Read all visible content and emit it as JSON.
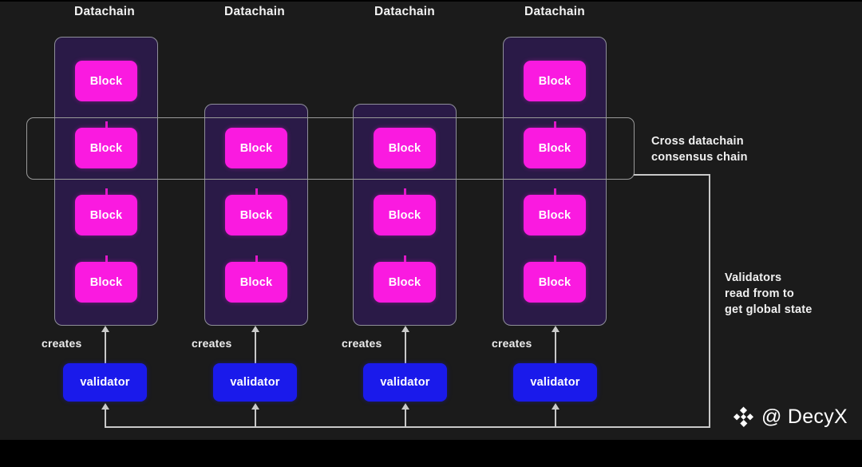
{
  "diagram": {
    "title_text": "Datachain",
    "block_label": "Block",
    "validator_label": "validator",
    "creates_label": "creates",
    "colors": {
      "background": "#1b1b1b",
      "datachain_fill": "#2a1a47",
      "datachain_border": "#8f8f9a",
      "block_fill": "#fa1ae0",
      "block_link": "#e018c8",
      "validator_fill": "#1a1aeb",
      "line": "#c9c9c9",
      "text": "#f2f2f2",
      "consensus_border": "#9a9a9a"
    },
    "columns": [
      {
        "title": "Datachain",
        "blocks": [
          "Block",
          "Block",
          "Block",
          "Block"
        ],
        "creates": "creates",
        "validator": "validator"
      },
      {
        "title": "Datachain",
        "blocks": [
          "Block",
          "Block",
          "Block"
        ],
        "creates": "creates",
        "validator": "validator"
      },
      {
        "title": "Datachain",
        "blocks": [
          "Block",
          "Block",
          "Block"
        ],
        "creates": "creates",
        "validator": "validator"
      },
      {
        "title": "Datachain",
        "blocks": [
          "Block",
          "Block",
          "Block",
          "Block"
        ],
        "creates": "creates",
        "validator": "validator"
      }
    ],
    "annotations": {
      "consensus": "Cross datachain\nconsensus chain",
      "validators_read": "Validators\nread from to\nget global state"
    }
  },
  "watermark": {
    "handle": "@ DecyX",
    "logo_icon": "binance-diamond-icon"
  }
}
